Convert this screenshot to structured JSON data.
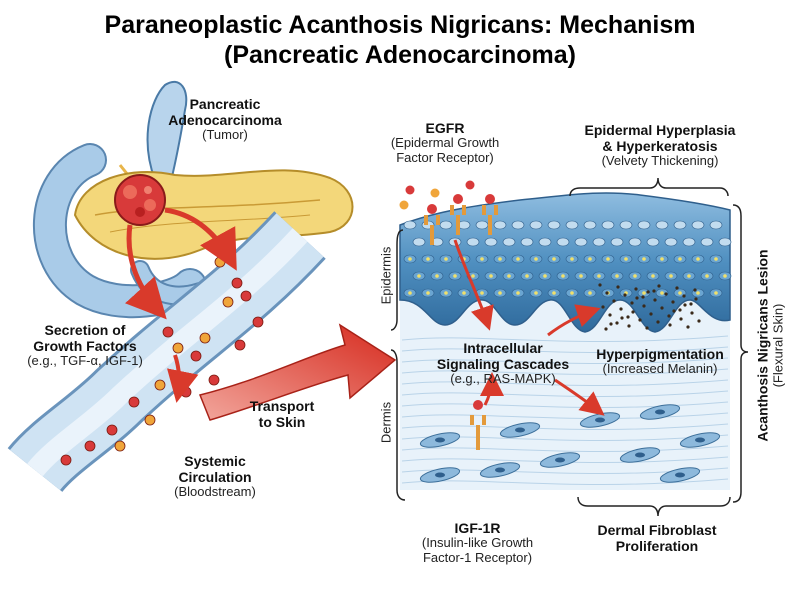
{
  "title": {
    "line1": "Paraneoplastic Acanthosis Nigricans: Mechanism",
    "line2": "(Pancreatic Adenocarcinoma)"
  },
  "labels": {
    "tumor": {
      "line1": "Pancreatic",
      "line2": "Adenocarcinoma",
      "sub": "(Tumor)"
    },
    "secretion": {
      "line1": "Secretion of",
      "line2": "Growth Factors",
      "sub": "(e.g., TGF-α, IGF-1)"
    },
    "transport": {
      "line1": "Transport",
      "line2": "to Skin"
    },
    "circulation": {
      "line1": "Systemic",
      "line2": "Circulation",
      "sub": "(Bloodstream)"
    },
    "egfr": {
      "title": "EGFR",
      "sub1": "(Epidermal Growth",
      "sub2": "Factor Receptor)"
    },
    "hyperplasia": {
      "line1": "Epidermal Hyperplasia",
      "line2": "& Hyperkeratosis",
      "sub": "(Velvety Thickening)"
    },
    "cascades": {
      "line1": "Intracellular",
      "line2": "Signaling Cascades",
      "sub": "(e.g., RAS-MAPK)"
    },
    "hyperpigmentation": {
      "title": "Hyperpigmentation",
      "sub": "(Increased Melanin)"
    },
    "igf1r": {
      "title": "IGF-1R",
      "sub1": "(Insulin-like Growth",
      "sub2": "Factor-1 Receptor)"
    },
    "fibroblast": {
      "line1": "Dermal Fibroblast",
      "line2": "Proliferation"
    },
    "epidermis": "Epidermis",
    "dermis": "Dermis",
    "lesion": {
      "title": "Acanthosis Nigricans Lesion",
      "sub": "(Flexural Skin)"
    }
  },
  "colors": {
    "arrow": "#d93a2b",
    "pancreas": "#f3d77a",
    "duodenum": "#a9cbe8",
    "vessel": "#cfe3f3",
    "tumor": "#d83a3a",
    "epidermis": "#4f8fc0",
    "dermis": "#e8f2fa",
    "receptor": "#e39a3b"
  }
}
